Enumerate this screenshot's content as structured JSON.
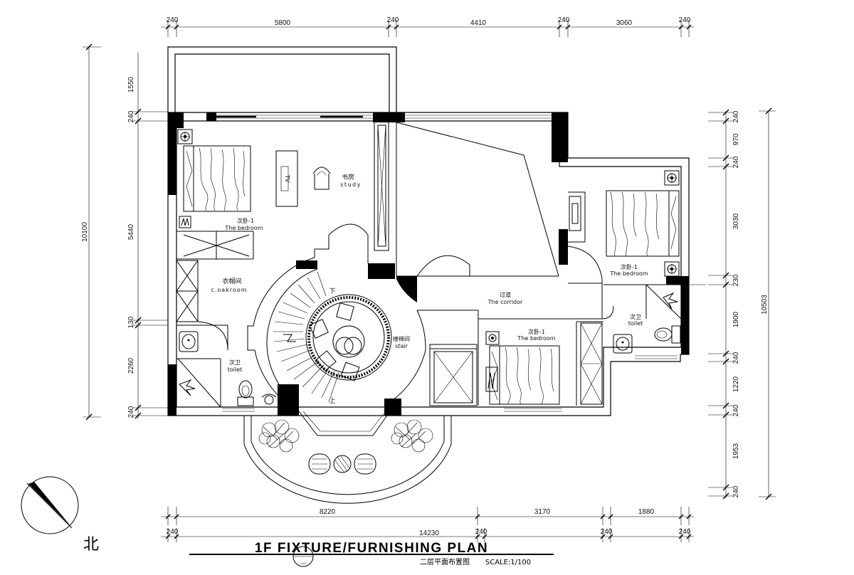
{
  "dimensions": {
    "top": [
      "240",
      "5800",
      "240",
      "4410",
      "240",
      "3060",
      "240"
    ],
    "left_total": "10100",
    "left": [
      "1550",
      "240",
      "5440",
      "130",
      "2260",
      "240"
    ],
    "right_total": "10503",
    "right": [
      "240",
      "970",
      "240",
      "3030",
      "230",
      "1900",
      "240",
      "1220",
      "240",
      "1953",
      "240"
    ],
    "bottom_row1": [
      "8220",
      "3170",
      "1880"
    ],
    "bottom_row2": [
      "240",
      "14230",
      "240",
      "240",
      "240"
    ]
  },
  "rooms": {
    "study": {
      "cn": "书房",
      "en": "study"
    },
    "bedroom_nw": {
      "cn": "次卧-1",
      "en": "The bedroom"
    },
    "cloakroom": {
      "cn": "衣帽间",
      "en": "c.oakroom"
    },
    "toilet_sw": {
      "cn": "次卫",
      "en": "toilet"
    },
    "stair": {
      "cn": "楼梯间",
      "en": "stair",
      "down": "下",
      "up": "上"
    },
    "corridor": {
      "cn": "过道",
      "en": "The corridor"
    },
    "bedroom_e": {
      "cn": "次卧-1",
      "en": "The bedroom"
    },
    "toilet_e": {
      "cn": "次卫",
      "en": "toilet"
    },
    "bedroom_s": {
      "cn": "次卧-1",
      "en": "The bedroom"
    }
  },
  "tv_label": "TV",
  "compass": {
    "label": "北",
    "icon": "north-arrow-icon"
  },
  "title_block": {
    "title": "1F FIXTURE/FURNISHING PLAN",
    "subtitle": "二层平面布置图",
    "scale": "SCALE:1/100",
    "tag": "—"
  }
}
